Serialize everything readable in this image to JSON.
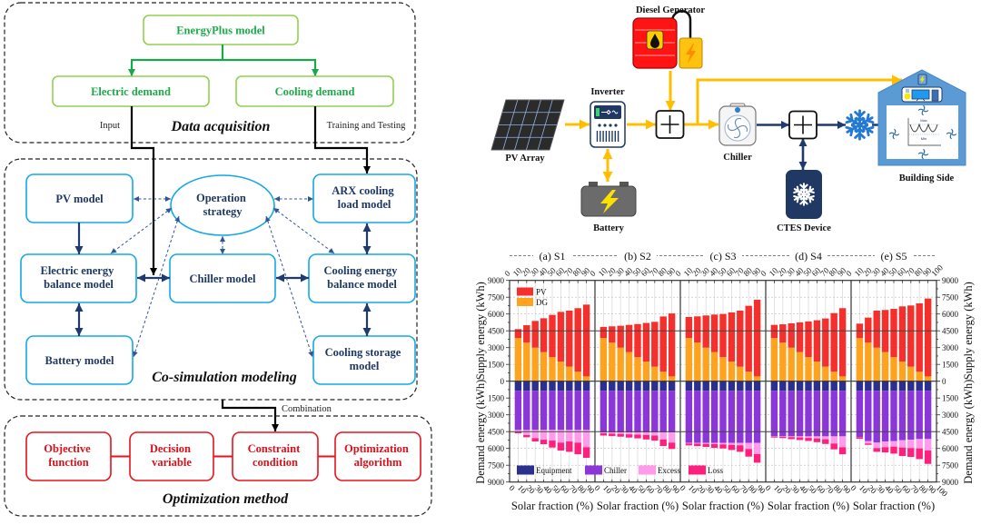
{
  "flowchart": {
    "data_acquisition": {
      "title": "Data acquisition",
      "energyplus": "EnergyPlus model",
      "electric_demand": "Electric demand",
      "cooling_demand": "Cooling demand",
      "input_label": "Input",
      "training_label": "Training and Testing"
    },
    "co_simulation": {
      "title": "Co-simulation modeling",
      "pv_model": "PV model",
      "operation_strategy": [
        "Operation",
        "strategy"
      ],
      "arx_model": [
        "ARX cooling",
        "load model"
      ],
      "electric_balance": [
        "Electric energy",
        "balance model"
      ],
      "chiller_model": "Chiller model",
      "cooling_balance": [
        "Cooling energy",
        "balance model"
      ],
      "battery_model": "Battery model",
      "cooling_storage": [
        "Cooling storage",
        "model"
      ]
    },
    "combination_label": "Combination",
    "optimization": {
      "title": "Optimization method",
      "boxes": [
        [
          "Objective",
          "function"
        ],
        [
          "Decision",
          "variable"
        ],
        [
          "Constraint",
          "condition"
        ],
        [
          "Optimization",
          "algorithm"
        ]
      ]
    }
  },
  "system": {
    "diesel_generator": "Diesel Generator",
    "inverter": "Inverter",
    "pv_array": "PV Array",
    "battery": "Battery",
    "chiller": "Chiller",
    "ctes": "CTES Device",
    "building": "Building Side",
    "building_chart_max": "Max",
    "building_chart_min": "Min"
  },
  "colors": {
    "data_acquisition_green": "#1faa4a",
    "co_simulation_blue": "#14a8e8",
    "co_simulation_text": "#1f3864",
    "optimization_red": "#e8121c",
    "electric_flow": "#ffbf00",
    "cooling_flow": "#1f3a6e"
  },
  "chart_data": {
    "type": "bar",
    "subtype": "stacked-diverging",
    "panels": [
      "(a) S1",
      "(b) S2",
      "(c) S3",
      "(d) S4",
      "(e) S5"
    ],
    "x": [
      10,
      20,
      30,
      40,
      50,
      60,
      70,
      80,
      90
    ],
    "x_ticks": [
      0,
      10,
      20,
      30,
      40,
      50,
      60,
      70,
      80,
      90,
      100
    ],
    "xlabel": "Solar fraction (%)",
    "ylabel_supply": "Supply energy (kWh)",
    "ylabel_demand": "Demand energy (kWh)",
    "ylim": [
      0,
      9000
    ],
    "y_ticks": [
      0,
      1500,
      3000,
      4500,
      6000,
      7500,
      9000
    ],
    "reference_line": 4500,
    "grid": true,
    "legend_supply": {
      "position": "top-left",
      "entries": [
        "PV",
        "DG"
      ]
    },
    "legend_demand": {
      "position": "bottom",
      "entries": [
        "Equipment",
        "Chiller",
        "Excess",
        "Loss"
      ]
    },
    "supply_stack": [
      "DG",
      "PV"
    ],
    "demand_stack": [
      "Equipment",
      "Chiller",
      "Excess",
      "Loss"
    ],
    "colors": {
      "PV": "#f42f2c",
      "DG": "#ffa31f",
      "Equipment": "#2b2f8e",
      "Chiller": "#8b36d8",
      "Excess": "#ff9bea",
      "Loss": "#ff1f7c"
    },
    "scenarios": [
      {
        "name": "S1",
        "supply": {
          "DG": [
            3850,
            3450,
            3000,
            2600,
            2150,
            1750,
            1300,
            850,
            430
          ],
          "PV": [
            800,
            1550,
            2380,
            3020,
            3770,
            4440,
            5000,
            5670,
            6410
          ]
        },
        "demand": {
          "Equipment": [
            850,
            850,
            850,
            850,
            850,
            850,
            850,
            850,
            850
          ],
          "Chiller": [
            3500,
            3500,
            3500,
            3500,
            3500,
            3500,
            3500,
            3500,
            3500
          ],
          "Excess": [
            190,
            460,
            730,
            870,
            950,
            1130,
            1030,
            1130,
            1540
          ],
          "Loss": [
            110,
            190,
            300,
            400,
            620,
            710,
            920,
            1040,
            950
          ]
        }
      },
      {
        "name": "S2",
        "supply": {
          "DG": [
            3850,
            3450,
            3000,
            2600,
            2150,
            1750,
            1300,
            850,
            430
          ],
          "PV": [
            1000,
            1450,
            1950,
            2430,
            2950,
            3450,
            4000,
            4930,
            5620
          ]
        },
        "demand": {
          "Equipment": [
            850,
            850,
            850,
            850,
            850,
            850,
            850,
            850,
            850
          ],
          "Chiller": [
            3720,
            3720,
            3720,
            3720,
            3720,
            3720,
            3720,
            3720,
            3720
          ],
          "Excess": [
            80,
            110,
            130,
            170,
            200,
            230,
            280,
            630,
            910
          ],
          "Loss": [
            200,
            220,
            250,
            290,
            330,
            400,
            450,
            580,
            570
          ]
        }
      },
      {
        "name": "S3",
        "supply": {
          "DG": [
            3850,
            3450,
            3000,
            2600,
            2150,
            1750,
            1300,
            850,
            430
          ],
          "PV": [
            1880,
            2340,
            2870,
            3350,
            3850,
            4390,
            5000,
            5880,
            6840
          ]
        },
        "demand": {
          "Equipment": [
            850,
            850,
            850,
            850,
            850,
            850,
            850,
            850,
            850
          ],
          "Chiller": [
            4650,
            4650,
            4650,
            4650,
            4650,
            4650,
            4650,
            4650,
            4650
          ],
          "Excess": [
            60,
            80,
            100,
            120,
            140,
            180,
            220,
            550,
            1000
          ],
          "Loss": [
            170,
            210,
            270,
            330,
            360,
            460,
            580,
            680,
            770
          ]
        }
      },
      {
        "name": "S4",
        "supply": {
          "DG": [
            3850,
            3450,
            3000,
            2600,
            2150,
            1750,
            1300,
            850,
            430
          ],
          "PV": [
            1180,
            1630,
            2170,
            2650,
            3180,
            3690,
            4300,
            5230,
            6090
          ]
        },
        "demand": {
          "Equipment": [
            850,
            850,
            850,
            850,
            850,
            850,
            850,
            850,
            850
          ],
          "Chiller": [
            4070,
            4070,
            4070,
            4070,
            4070,
            4070,
            4070,
            4070,
            4070
          ],
          "Excess": [
            30,
            50,
            70,
            100,
            140,
            190,
            260,
            640,
            970
          ],
          "Loss": [
            80,
            110,
            180,
            230,
            270,
            330,
            420,
            520,
            630
          ]
        }
      },
      {
        "name": "S5",
        "supply": {
          "DG": [
            3850,
            3450,
            3000,
            2600,
            2150,
            1750,
            1300,
            850,
            430
          ],
          "PV": [
            1290,
            2230,
            3300,
            3760,
            4310,
            4930,
            5460,
            6100,
            6950
          ]
        },
        "demand": {
          "Equipment": [
            850,
            850,
            850,
            850,
            850,
            850,
            850,
            850,
            850
          ],
          "Chiller": [
            4120,
            4500,
            4630,
            4530,
            4500,
            4420,
            4370,
            4310,
            4310
          ],
          "Excess": [
            20,
            210,
            490,
            510,
            490,
            650,
            750,
            840,
            1030
          ],
          "Loss": [
            150,
            120,
            330,
            470,
            620,
            760,
            790,
            950,
            1190
          ]
        }
      }
    ]
  }
}
